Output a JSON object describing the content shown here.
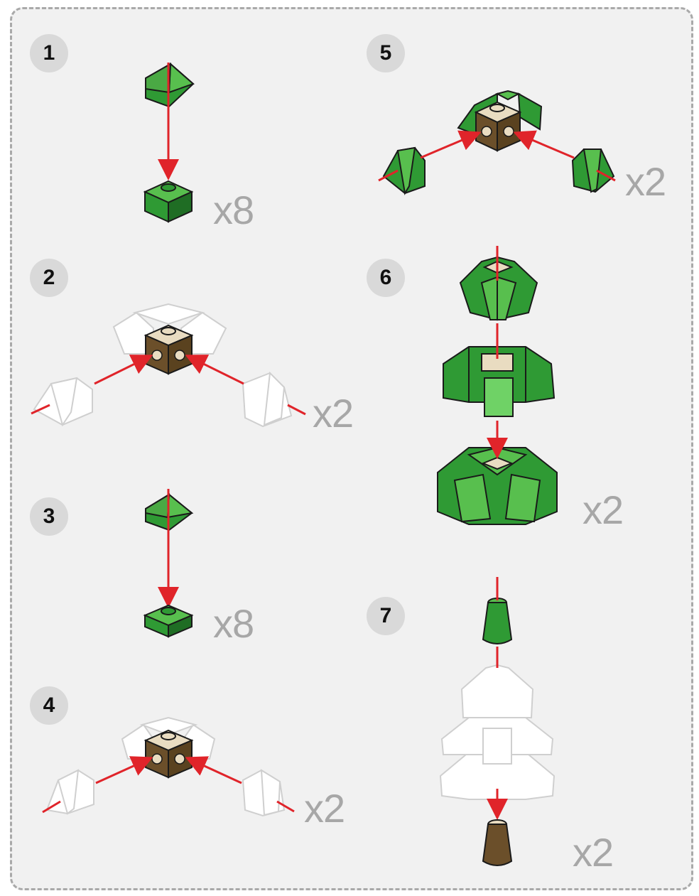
{
  "steps": [
    {
      "number": "1",
      "quantity": "x8"
    },
    {
      "number": "2",
      "quantity": "x2"
    },
    {
      "number": "3",
      "quantity": "x8"
    },
    {
      "number": "4",
      "quantity": "x2"
    },
    {
      "number": "5",
      "quantity": "x2"
    },
    {
      "number": "6",
      "quantity": "x2"
    },
    {
      "number": "7",
      "quantity": "x2"
    }
  ],
  "colors": {
    "brick_green": "#2f9a34",
    "brick_green_light": "#58bf4e",
    "brick_green_dark": "#1f6d24",
    "brick_brown": "#6b4f2a",
    "brick_tan": "#e9dcc1",
    "ghost_brick": "#ffffff",
    "arrow_red": "#e0242a",
    "quantity_text": "#a7a7a7",
    "badge": "#d9d9d9"
  }
}
